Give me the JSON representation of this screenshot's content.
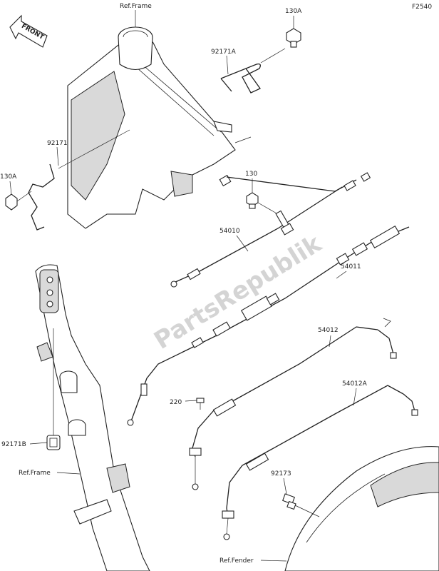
{
  "figure_code": "F2540",
  "front_arrow": "FRONT",
  "watermark": "PartsRepublik",
  "callouts": {
    "ref_frame_top": "Ref.Frame",
    "p130A_top": "130A",
    "p92171A": "92171A",
    "p92171": "92171",
    "p130A_left": "130A",
    "p130": "130",
    "p54010": "54010",
    "p54011": "54011",
    "p54012": "54012",
    "p220": "220",
    "p54012A": "54012A",
    "p92171B": "92171B",
    "ref_frame_bottom": "Ref.Frame",
    "p92173": "92173",
    "ref_fender": "Ref.Fender"
  }
}
